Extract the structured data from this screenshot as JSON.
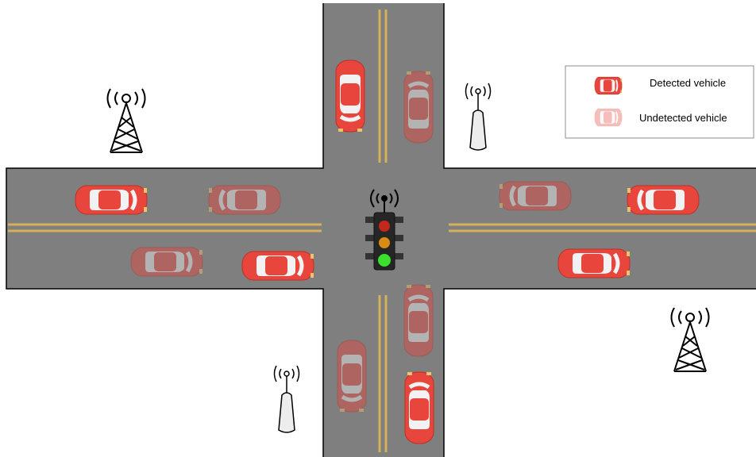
{
  "legend": {
    "detected_label": "Detected vehicle",
    "undetected_label": "Undetected vehicle"
  },
  "colors": {
    "road": "#7f7f7f",
    "lane_marking": "#d4b25a",
    "car_body": "#e8453c",
    "car_window": "#f4f4f4",
    "legend_border": "#8c8c8c"
  },
  "icons": {
    "tower": "radio-tower-icon",
    "small_antenna": "antenna-icon",
    "traffic_light": "traffic-light-icon"
  },
  "traffic_light": {
    "active": "green"
  },
  "vehicles": [
    {
      "name": "vehicle-north-southbound",
      "detected": true
    },
    {
      "name": "vehicle-north-northbound",
      "detected": false
    },
    {
      "name": "vehicle-west-left",
      "detected": true
    },
    {
      "name": "vehicle-west-middle",
      "detected": false
    },
    {
      "name": "vehicle-west-lower-left",
      "detected": false
    },
    {
      "name": "vehicle-west-lower-right",
      "detected": true
    },
    {
      "name": "vehicle-east-upper-left",
      "detected": false
    },
    {
      "name": "vehicle-east-upper-right",
      "detected": true
    },
    {
      "name": "vehicle-east-lower",
      "detected": true
    },
    {
      "name": "vehicle-south-upper-right",
      "detected": false
    },
    {
      "name": "vehicle-south-left",
      "detected": false
    },
    {
      "name": "vehicle-south-lower-right",
      "detected": true
    }
  ]
}
